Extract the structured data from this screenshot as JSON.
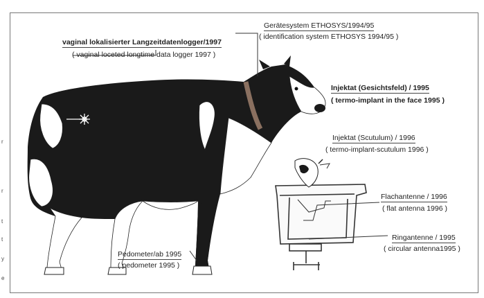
{
  "edge_marks": [
    "r",
    "r",
    "t",
    "t",
    "y",
    "e"
  ],
  "labels": {
    "logger_de": "vaginal lokalisierter  Langzeitdatenlogger/1997",
    "logger_en": "( vaginal loceted longtime data logger 1997 )",
    "ethosys_de": "Gerätesystem ETHOSYS/1994/95",
    "ethosys_en": "( identification system ETHOSYS 1994/95 )",
    "face_de": "Injektat (Gesichtsfeld) / 1995",
    "face_en": "( termo-implant in the face 1995 )",
    "scutulum_de": "Injektat  (Scutulum)  / 1996",
    "scutulum_en": "( termo-implant-scutulum 1996 )",
    "flat_de": "Flachantenne / 1996",
    "flat_en": "( flat antenna 1996 )",
    "ring_de": "Ringantenne / 1995",
    "ring_en": "( circular antenna1995 )",
    "pedometer_de": "Pedometer/ab 1995",
    "pedometer_en": "( pedometer 1995 )"
  },
  "colors": {
    "ink": "#222222",
    "cow_black": "#1a1a1a",
    "collar": "#8a7060"
  }
}
